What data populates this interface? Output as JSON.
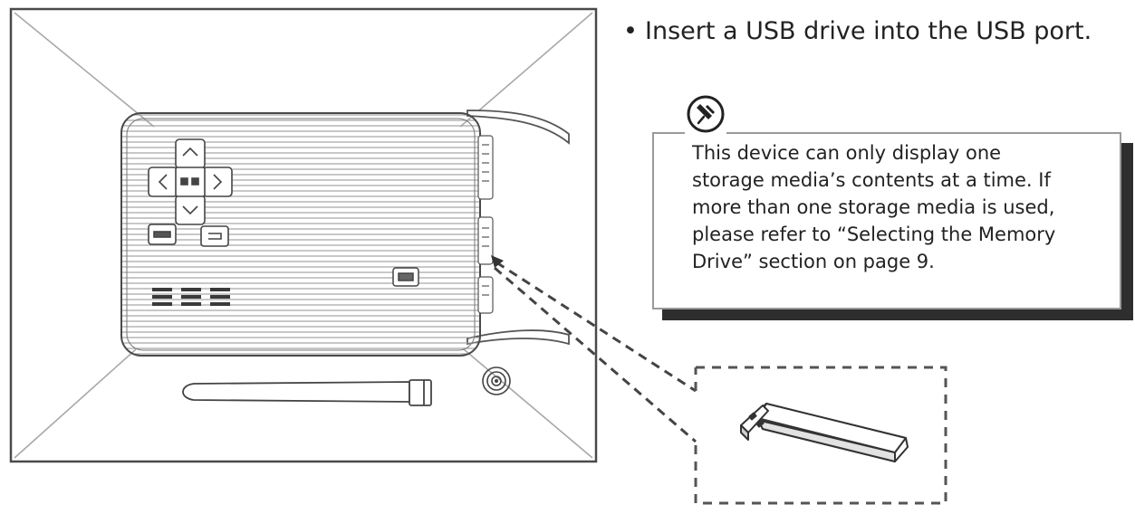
{
  "instruction": {
    "bullet": "•",
    "text": "Insert a USB drive into the USB port."
  },
  "note": {
    "icon": "pin-icon",
    "lines": [
      "This device can only display one",
      "storage media’s contents at a time. If",
      "more than one storage media is used,",
      "please refer to “Selecting the Memory",
      "Drive” section on page 9."
    ]
  },
  "icons": [
    "photo-frame",
    "usb-drive-icon",
    "power-button-icon",
    "pin-icon"
  ]
}
